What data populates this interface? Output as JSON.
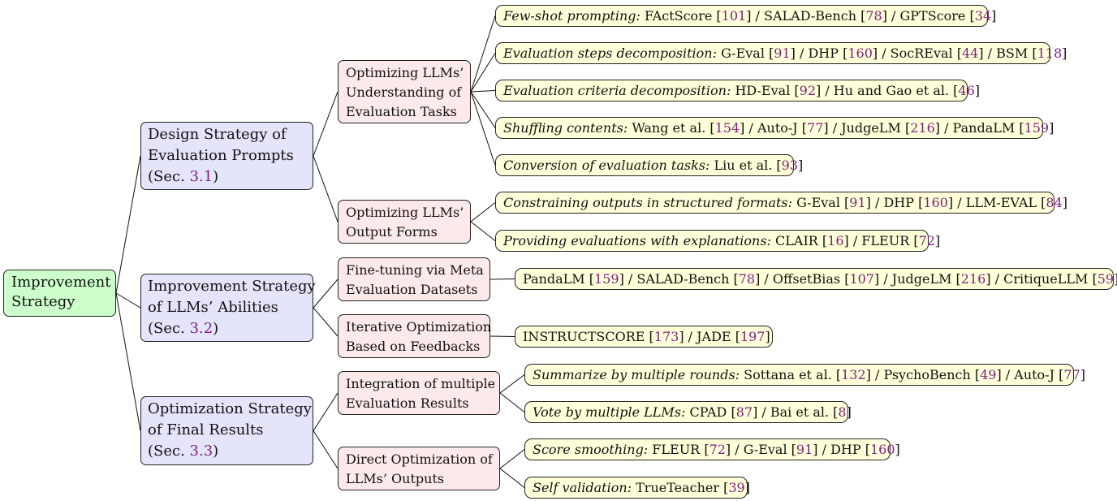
{
  "root": {
    "label_lines": [
      "Improvement",
      "Strategy"
    ]
  },
  "strategies": [
    {
      "label_lines": [
        "Design Strategy of",
        "Evaluation Prompts"
      ],
      "sec_prefix": "(Sec. ",
      "sec_ref": "3.1",
      "sec_suffix": ")",
      "subs": [
        {
          "label_lines": [
            "Optimizing LLMs’",
            "Understanding of",
            "Evaluation Tasks"
          ],
          "leaves": [
            {
              "method": "Few-shot prompting:",
              "parts": [
                {
                  "t": " FActScore ["
                },
                {
                  "r": "101"
                },
                {
                  "t": "] / SALAD-Bench ["
                },
                {
                  "r": "78"
                },
                {
                  "t": "] / GPTScore ["
                },
                {
                  "r": "34"
                },
                {
                  "t": "]"
                }
              ]
            },
            {
              "method": "Evaluation steps decomposition:",
              "parts": [
                {
                  "t": " G-Eval ["
                },
                {
                  "r": "91"
                },
                {
                  "t": "] / DHP ["
                },
                {
                  "r": "160"
                },
                {
                  "t": "] / SocREval ["
                },
                {
                  "r": "44"
                },
                {
                  "t": "] / BSM ["
                },
                {
                  "r": "118"
                },
                {
                  "t": "]"
                }
              ]
            },
            {
              "method": "Evaluation criteria decomposition:",
              "parts": [
                {
                  "t": " HD-Eval ["
                },
                {
                  "r": "92"
                },
                {
                  "t": "] / Hu and Gao et al. ["
                },
                {
                  "r": "46"
                },
                {
                  "t": "]"
                }
              ]
            },
            {
              "method": "Shuffling contents:",
              "parts": [
                {
                  "t": " Wang et al. ["
                },
                {
                  "r": "154"
                },
                {
                  "t": "] / Auto-J ["
                },
                {
                  "r": "77"
                },
                {
                  "t": "] / JudgeLM ["
                },
                {
                  "r": "216"
                },
                {
                  "t": "] / PandaLM ["
                },
                {
                  "r": "159"
                },
                {
                  "t": "]"
                }
              ]
            },
            {
              "method": "Conversion of evaluation tasks:",
              "parts": [
                {
                  "t": " Liu et al. ["
                },
                {
                  "r": "93"
                },
                {
                  "t": "]"
                }
              ]
            }
          ]
        },
        {
          "label_lines": [
            "Optimizing LLMs’",
            "Output Forms"
          ],
          "leaves": [
            {
              "method": "Constraining outputs in structured formats:",
              "parts": [
                {
                  "t": " G-Eval ["
                },
                {
                  "r": "91"
                },
                {
                  "t": "] / DHP ["
                },
                {
                  "r": "160"
                },
                {
                  "t": "] / LLM-EVAL ["
                },
                {
                  "r": "84"
                },
                {
                  "t": "]"
                }
              ]
            },
            {
              "method": "Providing evaluations with explanations:",
              "parts": [
                {
                  "t": " CLAIR ["
                },
                {
                  "r": "16"
                },
                {
                  "t": "] / FLEUR ["
                },
                {
                  "r": "72"
                },
                {
                  "t": "]"
                }
              ]
            }
          ]
        }
      ]
    },
    {
      "label_lines": [
        "Improvement Strategy",
        "of LLMs’ Abilities"
      ],
      "sec_prefix": "(Sec. ",
      "sec_ref": "3.2",
      "sec_suffix": ")",
      "subs": [
        {
          "label_lines": [
            "Fine-tuning via Meta",
            "Evaluation Datasets"
          ],
          "leaves": [
            {
              "method": "",
              "parts": [
                {
                  "t": "PandaLM ["
                },
                {
                  "r": "159"
                },
                {
                  "t": "] / SALAD-Bench ["
                },
                {
                  "r": "78"
                },
                {
                  "t": "] / OffsetBias ["
                },
                {
                  "r": "107"
                },
                {
                  "t": "] / JudgeLM ["
                },
                {
                  "r": "216"
                },
                {
                  "t": "] / CritiqueLLM ["
                },
                {
                  "r": "59"
                },
                {
                  "t": "]"
                }
              ]
            }
          ]
        },
        {
          "label_lines": [
            "Iterative Optimization",
            "Based on Feedbacks"
          ],
          "leaves": [
            {
              "method": "",
              "parts": [
                {
                  "t": "INSTRUCTSCORE ["
                },
                {
                  "r": "173"
                },
                {
                  "t": "] / JADE ["
                },
                {
                  "r": "197"
                },
                {
                  "t": "]"
                }
              ]
            }
          ]
        }
      ]
    },
    {
      "label_lines": [
        "Optimization Strategy",
        "of Final Results"
      ],
      "sec_prefix": "(Sec. ",
      "sec_ref": "3.3",
      "sec_suffix": ")",
      "subs": [
        {
          "label_lines": [
            "Integration of multiple",
            "Evaluation Results"
          ],
          "leaves": [
            {
              "method": "Summarize by multiple rounds:",
              "parts": [
                {
                  "t": " Sottana et al. ["
                },
                {
                  "r": "132"
                },
                {
                  "t": "] / PsychoBench ["
                },
                {
                  "r": "49"
                },
                {
                  "t": "] / Auto-J ["
                },
                {
                  "r": "77"
                },
                {
                  "t": "]"
                }
              ]
            },
            {
              "method": "Vote by multiple LLMs:",
              "parts": [
                {
                  "t": " CPAD ["
                },
                {
                  "r": "87"
                },
                {
                  "t": "] / Bai et al. ["
                },
                {
                  "r": "8"
                },
                {
                  "t": "]"
                }
              ]
            }
          ]
        },
        {
          "label_lines": [
            "Direct Optimization of",
            "LLMs’ Outputs"
          ],
          "leaves": [
            {
              "method": "Score smoothing:",
              "parts": [
                {
                  "t": " FLEUR ["
                },
                {
                  "r": "72"
                },
                {
                  "t": "] / G-Eval ["
                },
                {
                  "r": "91"
                },
                {
                  "t": "] / DHP ["
                },
                {
                  "r": "160"
                },
                {
                  "t": "]"
                }
              ]
            },
            {
              "method": "Self validation:",
              "parts": [
                {
                  "t": " TrueTeacher ["
                },
                {
                  "r": "39"
                },
                {
                  "t": "]"
                }
              ]
            }
          ]
        }
      ]
    }
  ]
}
